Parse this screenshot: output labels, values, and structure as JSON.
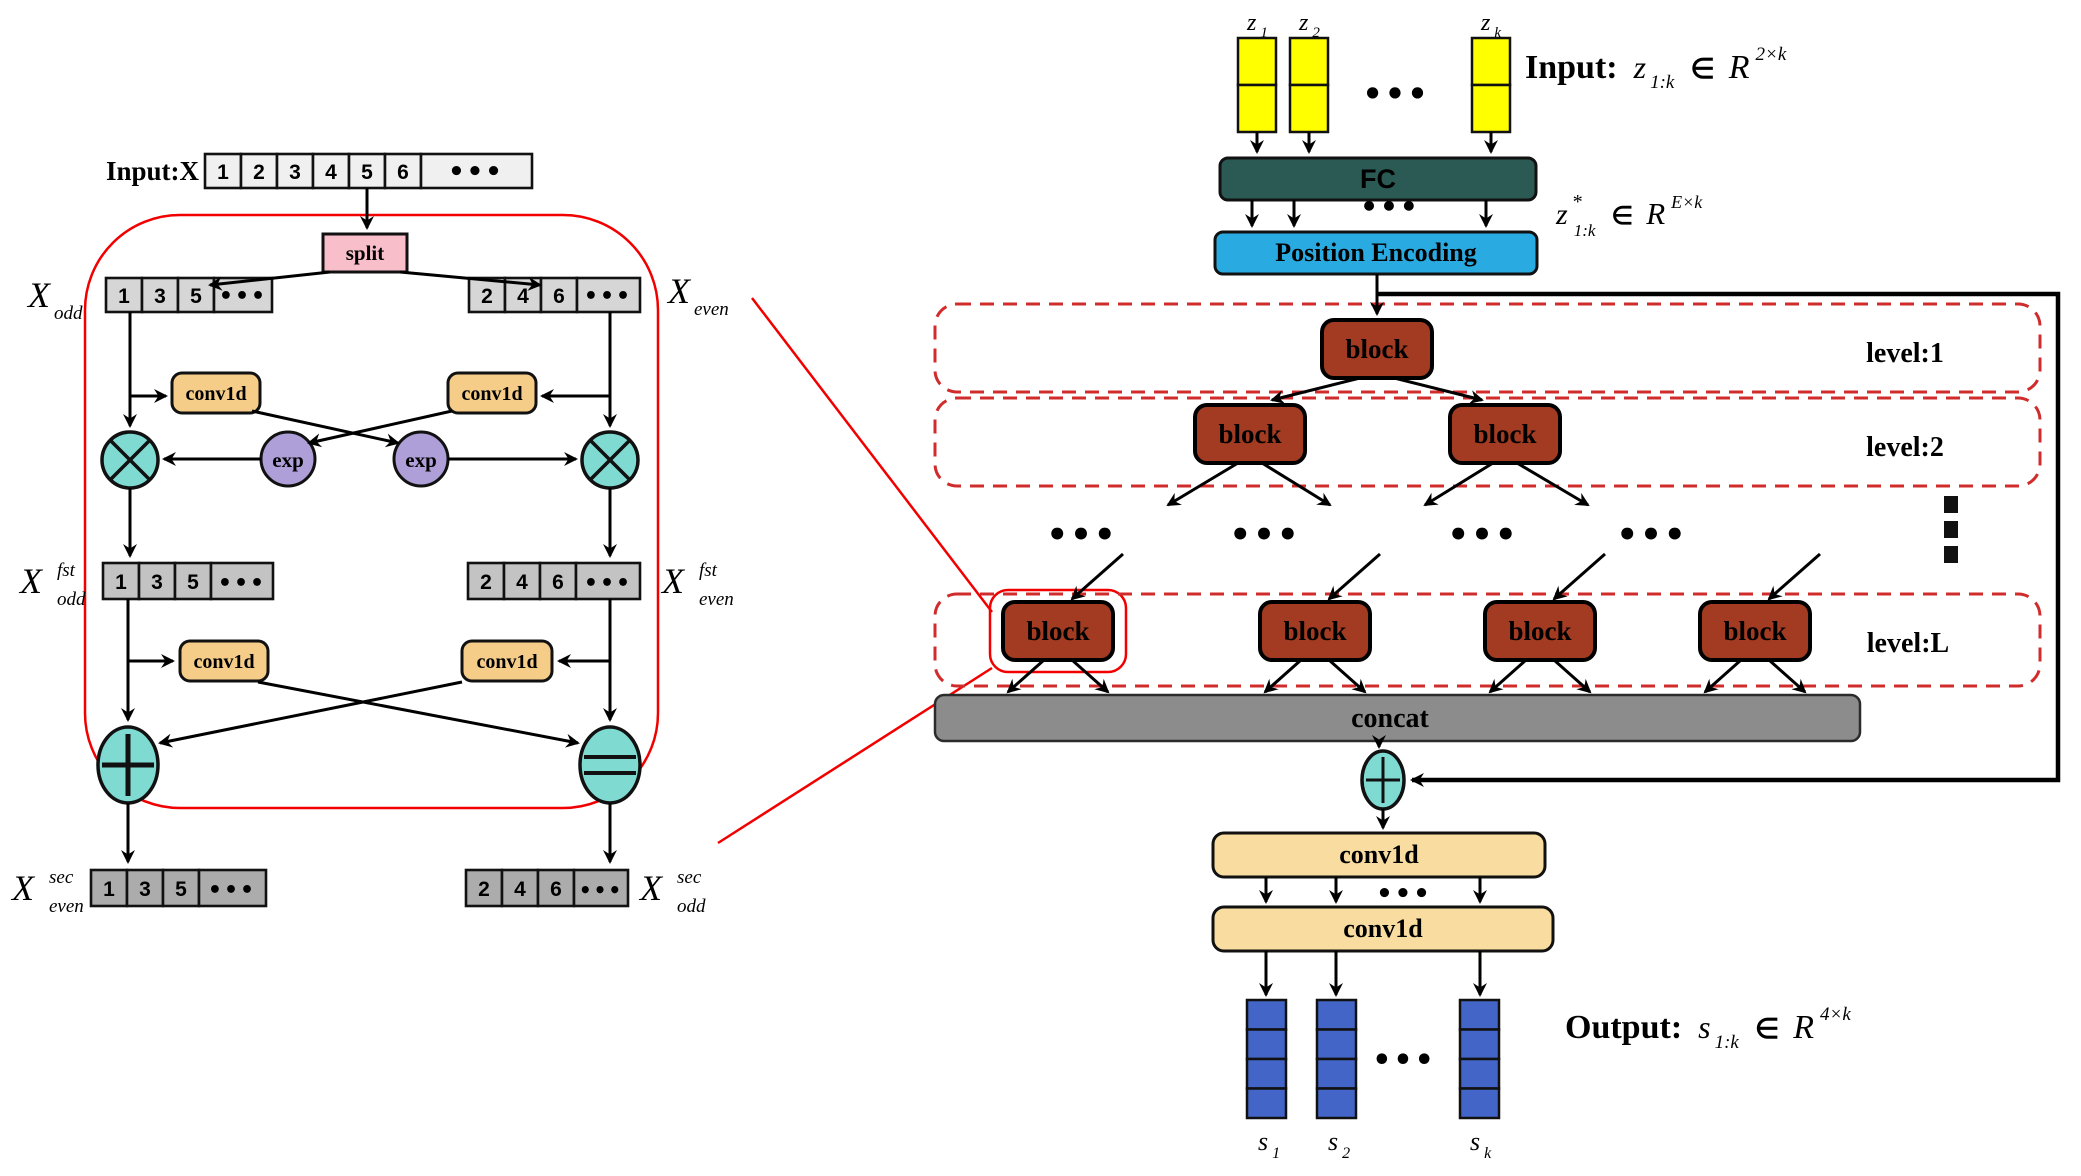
{
  "ellipsis": "•••",
  "palette": {
    "block_red": "#A33B22",
    "level_dashed_red": "#D02C2C",
    "zoom_link_red": "#F20000",
    "fc_teal": "#2B5954",
    "position_encoding_blue": "#29ABE2",
    "concat_gray": "#8C8C8C",
    "conv1d_tan": "#F9DCA0",
    "split_pink": "#F8BFCA",
    "exp_purple": "#AF9FD8",
    "operator_teal": "#7FDBD2",
    "input_yellow": "#FFFF00",
    "output_blue": "#4465C8"
  },
  "left": {
    "input_label": "Input:X",
    "input_cells": [
      "1",
      "2",
      "3",
      "4",
      "5",
      "6"
    ],
    "split_label": "split",
    "conv1d_label": "conv1d",
    "exp_label": "exp",
    "odd_cells": [
      "1",
      "3",
      "5"
    ],
    "even_cells": [
      "2",
      "4",
      "6"
    ],
    "labels": {
      "x_odd": {
        "base": "X",
        "sub": "odd"
      },
      "x_even": {
        "base": "X",
        "sub": "even"
      },
      "x_fst_odd": {
        "base": "X",
        "sup": "fst",
        "sub": "odd"
      },
      "x_fst_even": {
        "base": "X",
        "sup": "fst",
        "sub": "even"
      },
      "x_sec_even": {
        "base": "X",
        "sup": "sec",
        "sub": "even"
      },
      "x_sec_odd": {
        "base": "X",
        "sup": "sec",
        "sub": "odd"
      }
    }
  },
  "right": {
    "z_labels": [
      {
        "base": "z",
        "sub": "1"
      },
      {
        "base": "z",
        "sub": "2"
      },
      {
        "base": "z",
        "sub": "k"
      }
    ],
    "input_formula": {
      "prefix": "Input:",
      "var": "z",
      "sub": "1:k",
      "in": "∈",
      "set": "R",
      "sup": "2×k"
    },
    "fc_label": "FC",
    "hidden_formula": {
      "var": "z",
      "star": "*",
      "sub": "1:k",
      "in": "∈",
      "set": "R",
      "sup": "E×k"
    },
    "pe_label": "Position Encoding",
    "block_label": "block",
    "level_labels": [
      "level:1",
      "level:2",
      "level:L"
    ],
    "concat_label": "concat",
    "conv1d_label": "conv1d",
    "output_formula": {
      "prefix": "Output:",
      "var": "s",
      "sub": "1:k",
      "in": "∈",
      "set": "R",
      "sup": "4×k"
    },
    "s_labels": [
      {
        "base": "s",
        "sub": "1"
      },
      {
        "base": "s",
        "sub": "2"
      },
      {
        "base": "s",
        "sub": "k"
      }
    ]
  }
}
